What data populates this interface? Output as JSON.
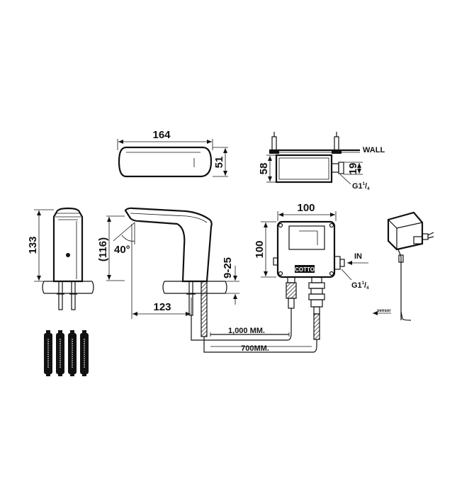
{
  "dimensions": {
    "top_width": "164",
    "top_depth": "51",
    "box_height": "58",
    "box_offset": "19",
    "box_width": "100",
    "box_height2": "100",
    "spout_height": "133",
    "spout_height_inner": "(116)",
    "angle": "40°",
    "reach": "123",
    "deck_thickness": "9-25",
    "hose_long": "1,000 MM.",
    "hose_short": "700MM."
  },
  "labels": {
    "wall": "WALL",
    "thread_top": "G1",
    "thread_top_num": "1",
    "thread_top_den": "4",
    "thread_side": "G1",
    "thread_side_num": "1",
    "thread_side_den": "4",
    "inlet": "IN",
    "brand": "COTTO",
    "sensor": "sensor"
  },
  "icons": [
    "battery-icon",
    "battery-icon",
    "battery-icon",
    "battery-icon",
    "transformer-icon"
  ]
}
